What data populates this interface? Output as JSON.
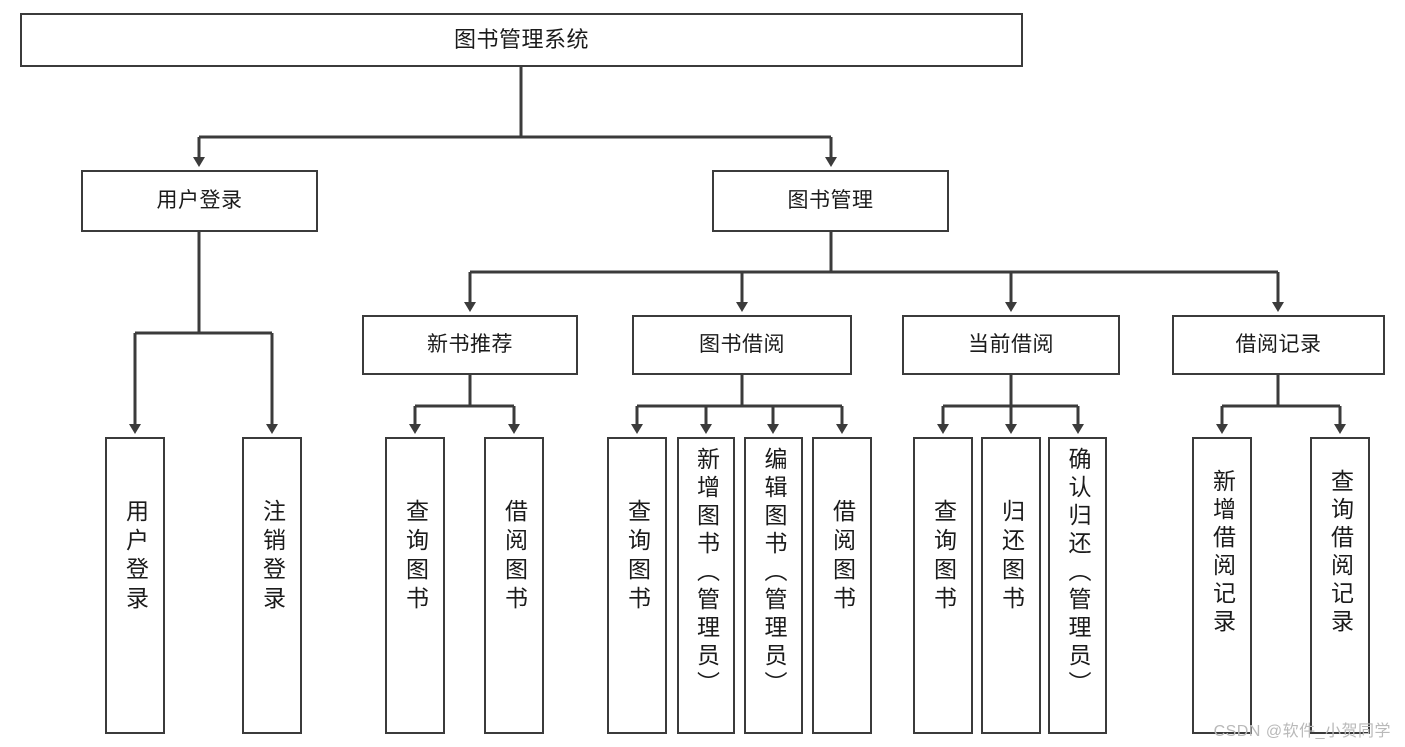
{
  "diagram": {
    "title": "图书管理系统",
    "type": "tree-hierarchy-diagram",
    "colors": {
      "box_border": "#3b3b3b",
      "box_fill": "#ffffff",
      "connector": "#3b3b3b",
      "text": "#1b1b1b",
      "watermark": "#b9b9b9"
    },
    "nodes": {
      "root": {
        "label": "图书管理系统"
      },
      "level2": [
        {
          "id": "user-login",
          "label": "用户登录"
        },
        {
          "id": "book-management",
          "label": "图书管理"
        }
      ],
      "level3": [
        {
          "id": "new-book-recommend",
          "label": "新书推荐"
        },
        {
          "id": "book-borrow",
          "label": "图书借阅"
        },
        {
          "id": "current-borrow",
          "label": "当前借阅"
        },
        {
          "id": "borrow-record",
          "label": "借阅记录"
        }
      ],
      "leaves": {
        "user-login": [
          {
            "id": "leaf-user-login",
            "label": "用户登录"
          },
          {
            "id": "leaf-logout-login",
            "label": "注销登录"
          }
        ],
        "new-book-recommend": [
          {
            "id": "leaf-query-book-1",
            "label": "查询图书"
          },
          {
            "id": "leaf-borrow-book-1",
            "label": "借阅图书"
          }
        ],
        "book-borrow": [
          {
            "id": "leaf-query-book-2",
            "label": "查询图书"
          },
          {
            "id": "leaf-add-book-admin",
            "label": "新增图书（管理员）"
          },
          {
            "id": "leaf-edit-book-admin",
            "label": "编辑图书（管理员）"
          },
          {
            "id": "leaf-borrow-book-2",
            "label": "借阅图书"
          }
        ],
        "current-borrow": [
          {
            "id": "leaf-query-book-3",
            "label": "查询图书"
          },
          {
            "id": "leaf-return-book",
            "label": "归还图书"
          },
          {
            "id": "leaf-confirm-return-admin",
            "label": "确认归还（管理员）"
          }
        ],
        "borrow-record": [
          {
            "id": "leaf-add-borrow-record",
            "label": "新增借阅记录"
          },
          {
            "id": "leaf-query-borrow-record",
            "label": "查询借阅记录"
          }
        ]
      }
    },
    "watermark": "CSDN @软件_小贺同学"
  }
}
